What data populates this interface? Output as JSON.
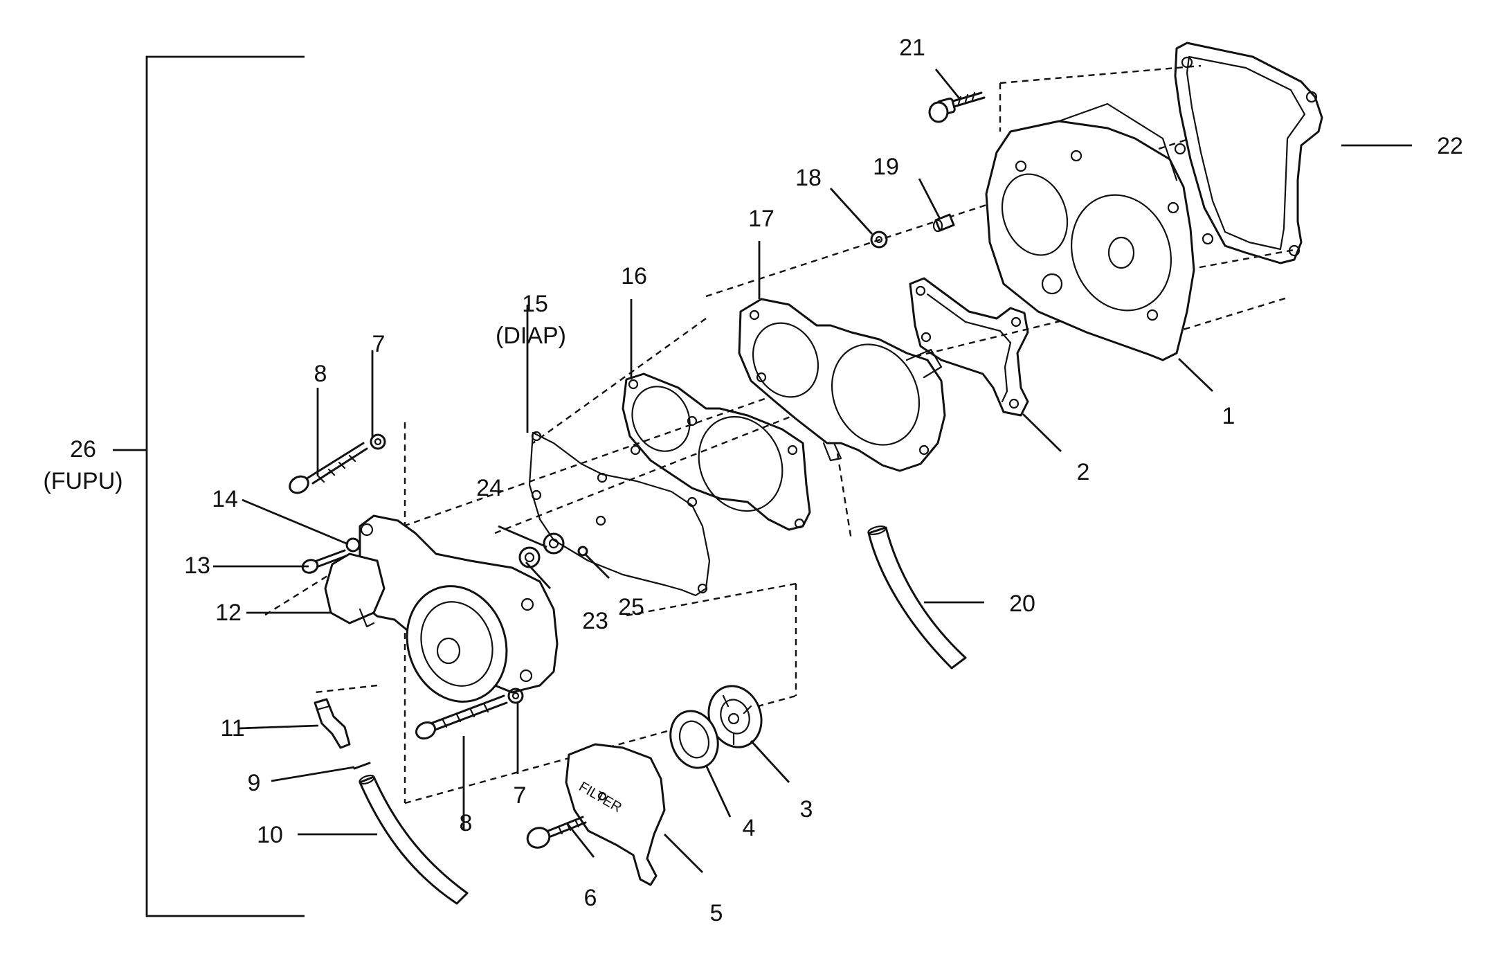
{
  "callouts": {
    "c1": "1",
    "c2": "2",
    "c3": "3",
    "c4": "4",
    "c5": "5",
    "c6": "6",
    "c7a": "7",
    "c7b": "7",
    "c8a": "8",
    "c8b": "8",
    "c9": "9",
    "c10": "10",
    "c11": "11",
    "c12": "12",
    "c13": "13",
    "c14": "14",
    "c15": "15",
    "c15sub": "(DIAP)",
    "c16": "16",
    "c17": "17",
    "c18": "18",
    "c19": "19",
    "c20": "20",
    "c21": "21",
    "c22": "22",
    "c23": "23",
    "c24": "24",
    "c25": "25",
    "c26": "26",
    "c26sub": "(FUPU)"
  },
  "part_markings": {
    "filter_cover": "FILTER"
  }
}
